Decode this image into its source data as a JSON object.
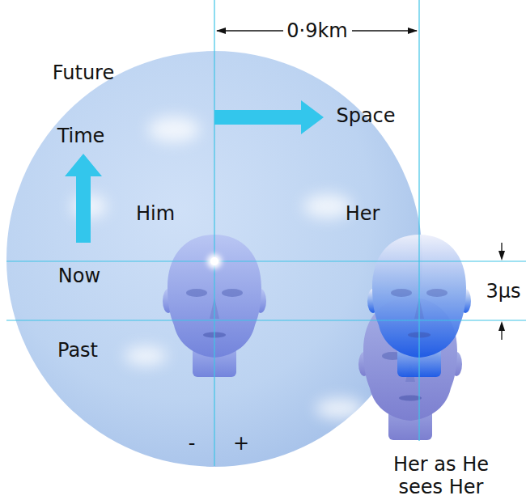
{
  "diagram": {
    "labels": [
      "0·9km",
      "Future",
      "Time",
      "Space",
      "Him",
      "Her",
      "Now",
      "Past",
      "3μs",
      "-",
      "+",
      "Her as He sees Her"
    ]
  }
}
